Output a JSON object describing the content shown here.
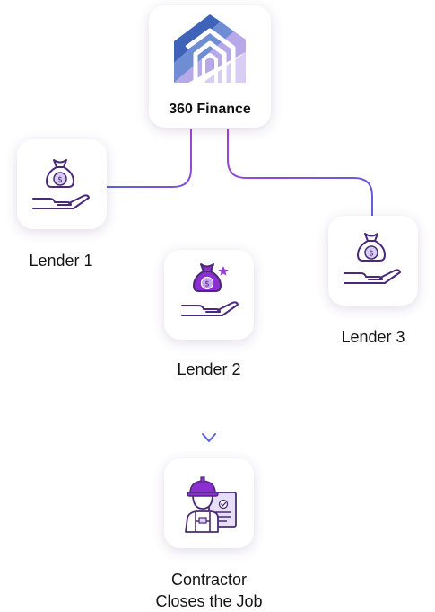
{
  "brand": {
    "name": "360 Finance",
    "icon": "house-logo-icon"
  },
  "lenders": [
    {
      "label": "Lender 1",
      "icon": "money-bag-hand-icon"
    },
    {
      "label": "Lender 2",
      "icon": "money-bag-hand-star-icon",
      "highlighted": true
    },
    {
      "label": "Lender 3",
      "icon": "money-bag-hand-icon"
    }
  ],
  "outcome": {
    "line1": "Contractor",
    "line2": "Closes the Job",
    "icon": "contractor-icon"
  },
  "colors": {
    "accent_purple": "#9b3fd4",
    "accent_blue": "#5a62e0",
    "icon_stroke": "#4a2a78",
    "logo_blue": "#3f63b8"
  }
}
